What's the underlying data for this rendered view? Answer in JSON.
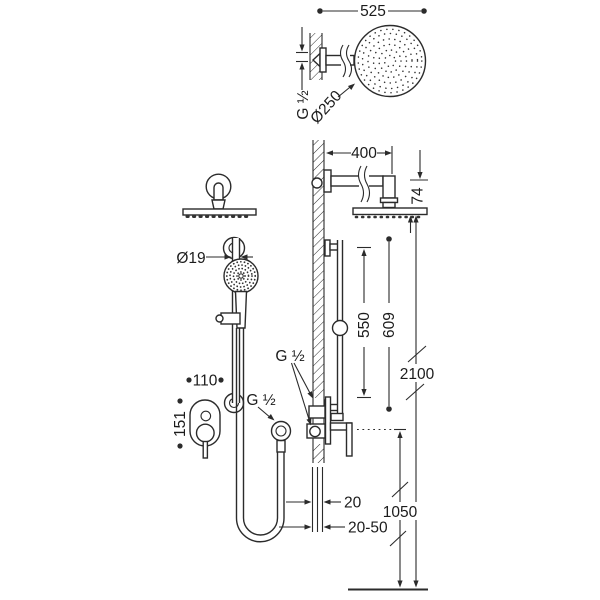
{
  "drawing": {
    "overhead_view": {
      "projection": "525",
      "connection": "G ½",
      "head_diameter": "Ø250"
    },
    "side_view": {
      "arm_length": "400",
      "head_offset": "74",
      "slide_bar_length": "550",
      "slide_bar_overall": "609",
      "overall_height": "2100",
      "mixer_height": "1050",
      "finished_wall": "20",
      "embed_depth_range": "20-50",
      "valve_connection": "G ½"
    },
    "front_view": {
      "bar_diameter": "Ø19",
      "trim_width": "110",
      "trim_height": "151",
      "outlet_connection": "G ½"
    }
  }
}
